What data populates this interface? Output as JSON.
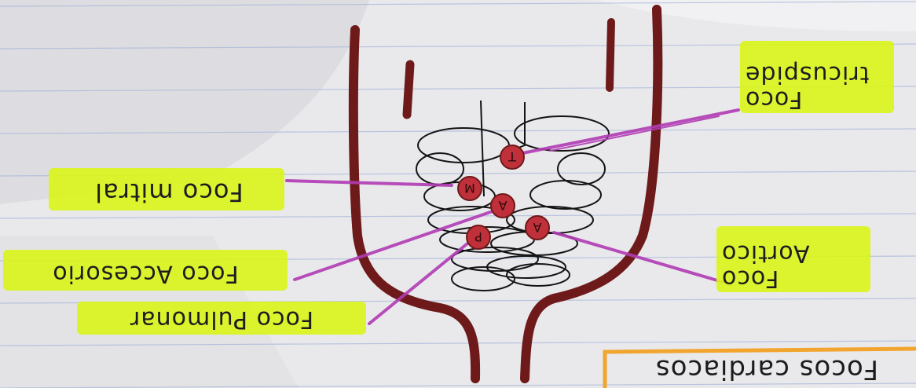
{
  "page": {
    "title": "Focos cardiacos",
    "title_highlight_color": "#f2a52e",
    "highlighter_color": "#d9f41c",
    "ink_heart": "#6e1a1a",
    "ink_lines": "#b13cb4",
    "paper_color": "#e9e9ec",
    "rule_color": "#a8b7d8"
  },
  "labels": {
    "tricuspid": [
      "Foco",
      "tricuspide"
    ],
    "mitral": "Foco mitral",
    "aortic": [
      "Foco",
      "Aortico"
    ],
    "accessory": "Foco Accesorio",
    "pulmonary": "Foco Pulmonar"
  },
  "valves": {
    "tricuspid": "T",
    "mitral": "M",
    "aortic_center": "A",
    "aortic_right": "A",
    "pulmonary": "P"
  }
}
